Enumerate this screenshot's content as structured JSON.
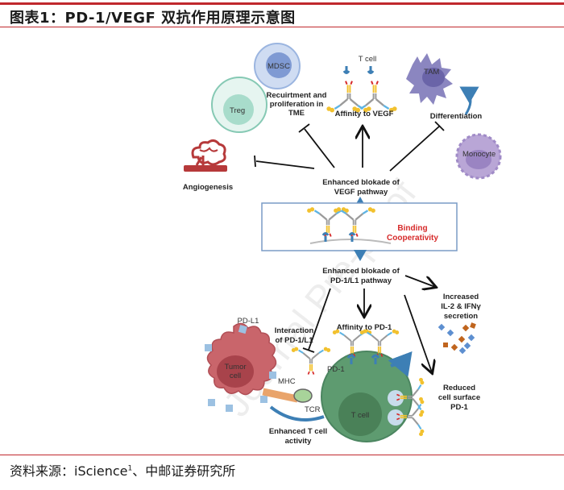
{
  "figure": {
    "title": "图表1：PD-1/VEGF 双抗作用原理示意图",
    "source_prefix": "资料来源：iScience",
    "source_sup": "1",
    "source_suffix": "、中邮证券研究所",
    "watermark": "Journal Pre-proof"
  },
  "diagram": {
    "top": {
      "mdsc": "MDSC",
      "treg": "Treg",
      "recruitment": [
        "Recuirtment and",
        "proliferation in",
        "TME"
      ],
      "tcell_top": "T cell",
      "affinity_vegf": "Affinity to VEGF",
      "tam": "TAM",
      "differentiation": "Differentiation",
      "monocyte": "Monocyte",
      "angiogenesis": "Angiogenesis",
      "vegf_blockade": [
        "Enhanced blokade of",
        "VEGF pathway"
      ]
    },
    "middle": {
      "binding": [
        "Binding",
        "Cooperativity"
      ],
      "pd1_blockade": [
        "Enhanced blokade of",
        "PD-1/L1 pathway"
      ]
    },
    "bottom": {
      "cytokine": [
        "Increased",
        "IL-2 & IFNγ",
        "secretion"
      ],
      "pdl1": "PD-L1",
      "interaction": [
        "Interaction",
        "of PD-1/L1"
      ],
      "affinity_pd1": "Affinity to PD-1",
      "tumor": [
        "Tumor",
        "cell"
      ],
      "mhc": "MHC",
      "pd1": "PD-1",
      "tcr": "TCR",
      "tcell": "T cell",
      "reduced": [
        "Reduced",
        "cell surface",
        "PD-1"
      ],
      "enhanced_tcell": [
        "Enhanced T cell",
        "activity"
      ]
    },
    "colors": {
      "accent_red": "#c0282d",
      "binding_red": "#d62a2a",
      "tcell_green": "#5e9b70",
      "tumor_red": "#c9656b",
      "mdsc_blue": "#9bb5e0",
      "treg_teal": "#a8dccb",
      "tam_purple": "#8b86c0",
      "monocyte_purple": "#b9a6d6",
      "vessel_red": "#b6393a",
      "arrow_blue": "#3d7fb5"
    }
  }
}
